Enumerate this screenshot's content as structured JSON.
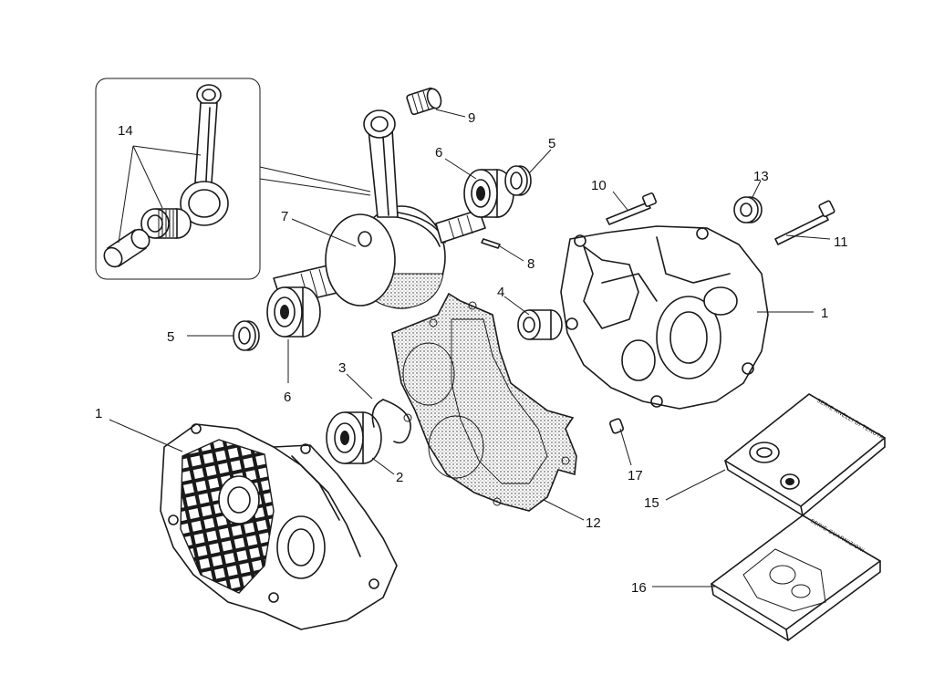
{
  "callouts": {
    "c1a": "1",
    "c1b": "1",
    "c2": "2",
    "c3": "3",
    "c4": "4",
    "c5a": "5",
    "c5b": "5",
    "c6a": "6",
    "c6b": "6",
    "c7": "7",
    "c8": "8",
    "c9": "9",
    "c10": "10",
    "c11": "11",
    "c12": "12",
    "c13": "13",
    "c14": "14",
    "c15": "15",
    "c16": "16",
    "c17": "17"
  },
  "packages": {
    "seal_kit": "SERIE ANELLI DI TENUTA",
    "gasket_kit": "SERIE GUARNIZIONI"
  }
}
